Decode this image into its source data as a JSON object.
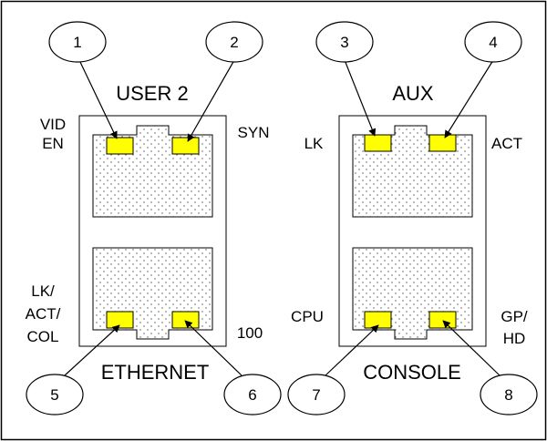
{
  "colors": {
    "frame": "#000000",
    "background": "#ffffff",
    "led": "#ffff00",
    "port_fill": "#dcdcdc",
    "dot": "#555555"
  },
  "callouts": [
    "1",
    "2",
    "3",
    "4",
    "5",
    "6",
    "7",
    "8"
  ],
  "ports": {
    "left_top": {
      "title": "USER 2",
      "left_led": [
        "VID",
        "EN"
      ],
      "right_led": [
        "SYN"
      ]
    },
    "left_bottom": {
      "title": "ETHERNET",
      "left_led": [
        "LK/",
        "ACT/",
        "COL"
      ],
      "right_led": [
        "100"
      ]
    },
    "right_top": {
      "title": "AUX",
      "left_led": [
        "LK"
      ],
      "right_led": [
        "ACT"
      ]
    },
    "right_bottom": {
      "title": "CONSOLE",
      "left_led": [
        "CPU"
      ],
      "right_led": [
        "GP/",
        "HD"
      ]
    }
  }
}
